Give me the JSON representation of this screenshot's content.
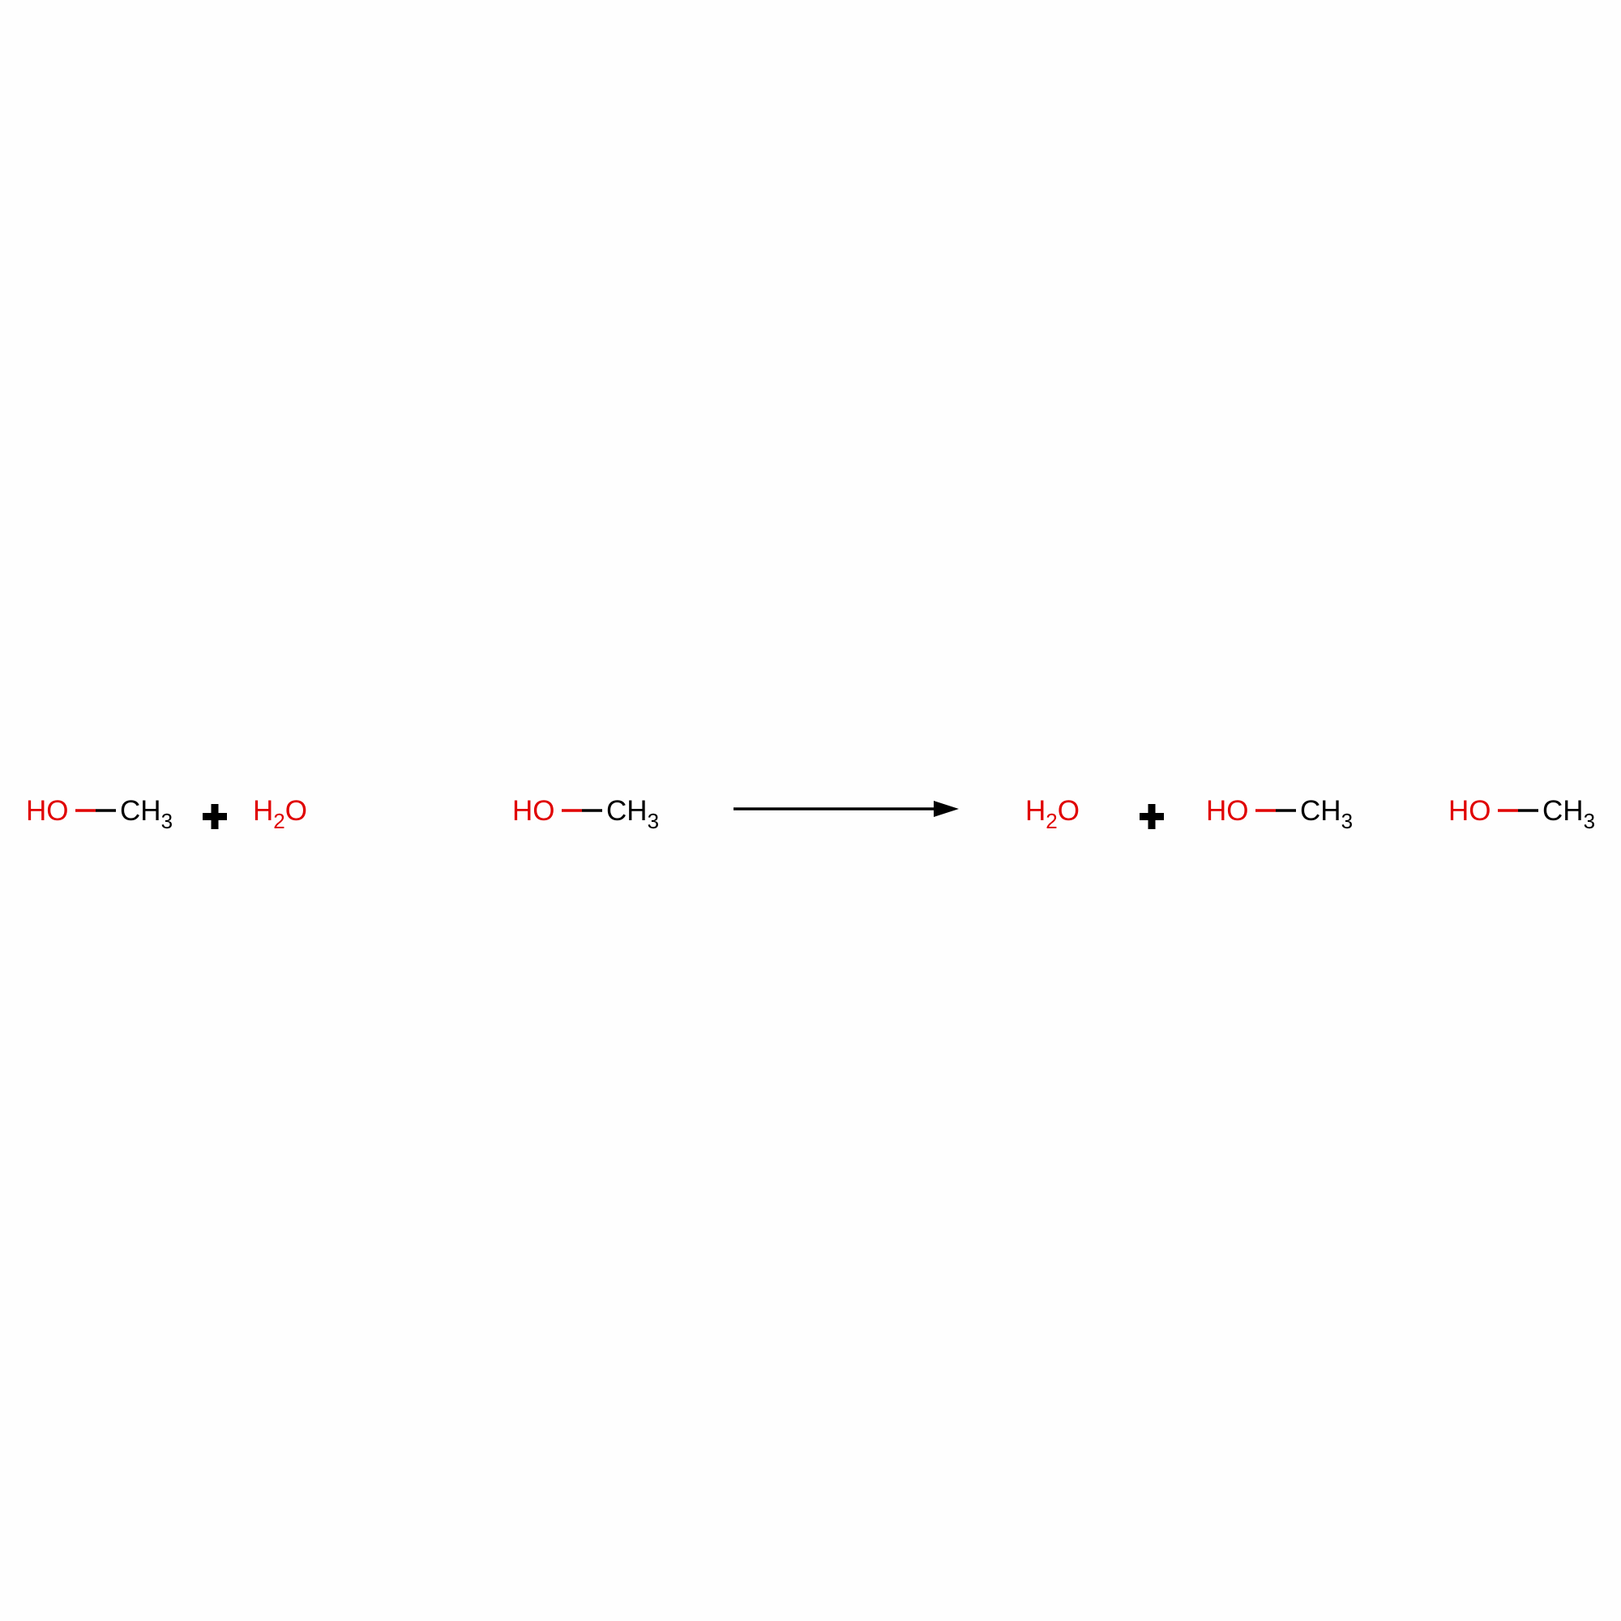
{
  "colors": {
    "oxygen": "#e00000",
    "carbon": "#000000",
    "background": "#fefefe"
  },
  "reaction": {
    "reactants": [
      {
        "hydroxyl": "HO",
        "methyl": "CH",
        "methyl_sub": "3"
      },
      {
        "h": "H",
        "h_sub": "2",
        "o": "O"
      }
    ],
    "agent": {
      "hydroxyl": "HO",
      "methyl": "CH",
      "methyl_sub": "3"
    },
    "products": [
      {
        "h": "H",
        "h_sub": "2",
        "o": "O"
      },
      {
        "hydroxyl": "HO",
        "methyl": "CH",
        "methyl_sub": "3"
      }
    ],
    "extra": {
      "hydroxyl": "HO",
      "methyl": "CH",
      "methyl_sub": "3"
    },
    "plus_sign": "+"
  }
}
